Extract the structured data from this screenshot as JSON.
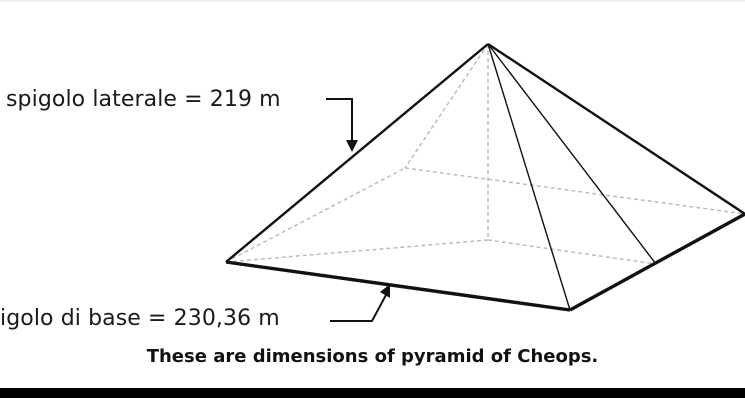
{
  "labels": {
    "lateral_edge": "spigolo laterale = 219 m",
    "base_edge": "igolo di base = 230,36 m"
  },
  "caption": "These are dimensions of pyramid of Cheops.",
  "colors": {
    "edge": "#111111",
    "hidden_edge": "#bdbdbd",
    "caption_bar": "#000000"
  }
}
